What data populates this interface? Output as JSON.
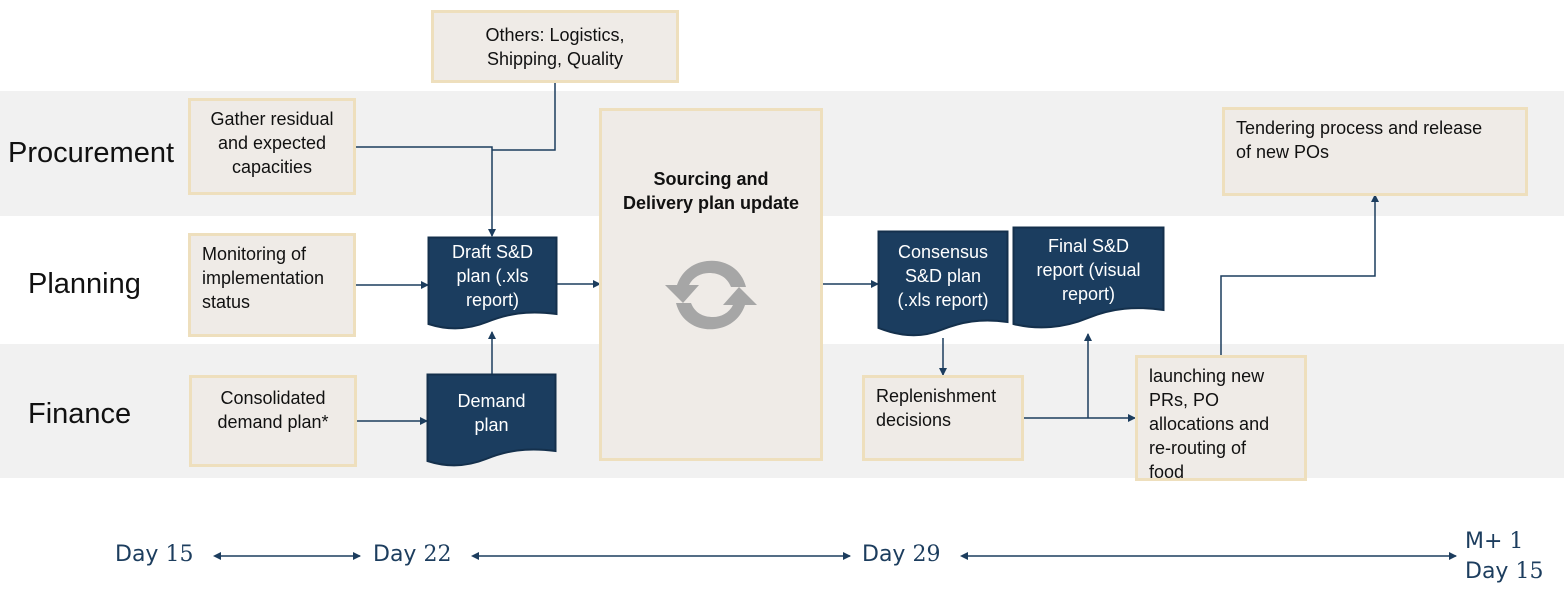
{
  "lanes": [
    {
      "name": "Procurement"
    },
    {
      "name": "Planning"
    },
    {
      "name": "Finance"
    }
  ],
  "boxes": {
    "others": "Others: Logistics, Shipping, Quality",
    "gather_line1": "Gather residual",
    "gather_line2": "and expected",
    "gather_line3": "capacities",
    "monitoring_line1": "Monitoring of",
    "monitoring_line2": "implementation",
    "monitoring_line3": "status",
    "consolidated_line1": "Consolidated",
    "consolidated_line2": "demand plan*",
    "sourcing_line1": "Sourcing and",
    "sourcing_line2": "Delivery plan update",
    "replenishment_line1": "Replenishment",
    "replenishment_line2": "decisions",
    "launching_line1": "launching new",
    "launching_line2": "PRs, PO",
    "launching_line3": "allocations and",
    "launching_line4": "re-routing of",
    "launching_line5": "food",
    "tendering_line1": "Tendering process and release",
    "tendering_line2": "of new POs"
  },
  "documents": {
    "draft_line1": "Draft S&D",
    "draft_line2": "plan (.xls",
    "draft_line3": "report)",
    "demand_line1": "Demand",
    "demand_line2": "plan",
    "consensus_line1": "Consensus",
    "consensus_line2": "S&D plan",
    "consensus_line3": "(.xls report)",
    "final_line1": "Final S&D",
    "final_line2": "report (visual",
    "final_line3": "report)"
  },
  "icons": {
    "center": "refresh-cycle-icon"
  },
  "timeline": [
    {
      "label": "Day",
      "num": "15"
    },
    {
      "label": "Day",
      "num": "22"
    },
    {
      "label": "Day",
      "num": "29"
    },
    {
      "label": "M+",
      "num": "1",
      "label2": "Day",
      "num2": "15"
    }
  ],
  "colors": {
    "lane_bg": "#f1f1f1",
    "box_fill": "#efebe7",
    "box_border": "#eedfbd",
    "doc_fill": "#1b3d5f",
    "connector": "#1c3d5e",
    "icon_gray": "#a6a6a6"
  }
}
